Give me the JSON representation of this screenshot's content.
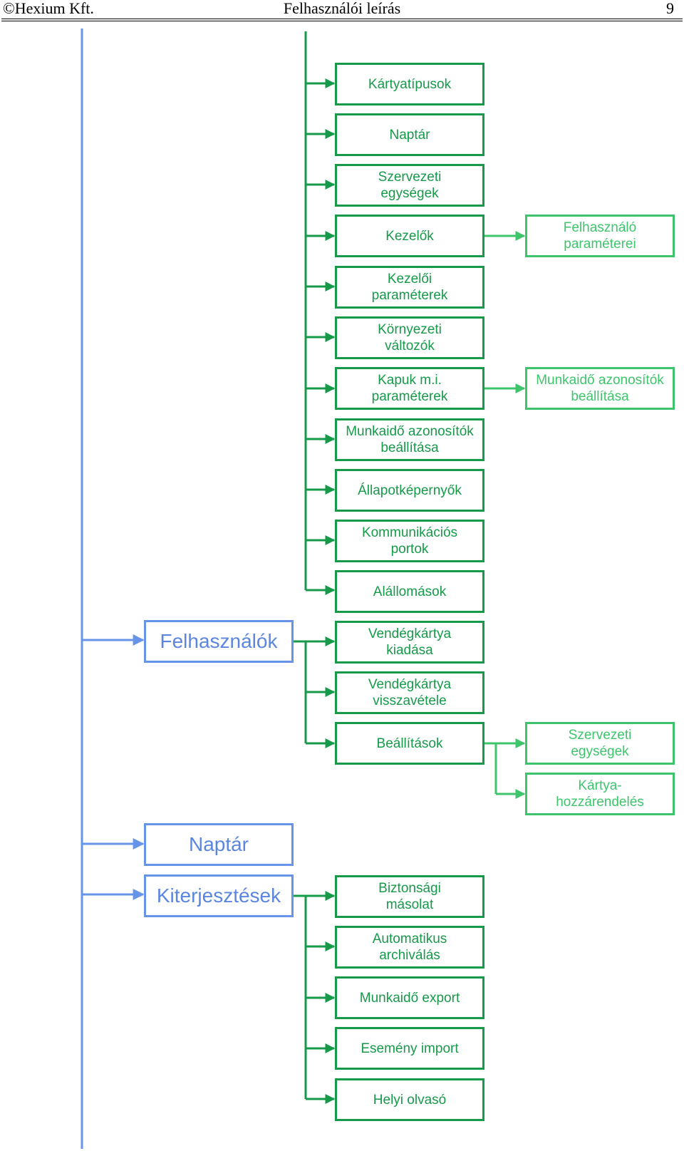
{
  "header": {
    "company": "©Hexium Kft.",
    "title": "Felhasználói leírás",
    "page_number": "9"
  },
  "colors": {
    "blue": "#6594e8",
    "dark_green": "#169a4a",
    "light_green": "#3ec56b"
  },
  "main_menu": {
    "felhasznalok": "Felhasználók",
    "naptar": "Naptár",
    "kiterjesztesek": "Kiterjesztések"
  },
  "settings_items": [
    "Kártyatípusok",
    "Naptár",
    "Szervezeti\negységek",
    "Kezelők",
    "Kezelői\nparaméterek",
    "Környezeti\nváltozók",
    "Kapuk m.i.\nparaméterek",
    "Munkaidő azonosítók\nbeállítása",
    "Állapotképernyők",
    "Kommunikációs\nportok",
    "Alállomások"
  ],
  "users_items": [
    "Vendégkártya\nkiadása",
    "Vendégkártya\nvisszavétele",
    "Beállítások"
  ],
  "extensions_items": [
    "Biztonsági\nmásolat",
    "Automatikus\narchiválás",
    "Munkaidő export",
    "Esemény import",
    "Helyi olvasó"
  ],
  "sub_items": {
    "kezelok": "Felhasználó\nparaméterei",
    "kapuk": "Munkaidő azonosítók\nbeállítása",
    "beallitasok_1": "Szervezeti\negységek",
    "beallitasok_2": "Kártya-\nhozzárendelés"
  }
}
